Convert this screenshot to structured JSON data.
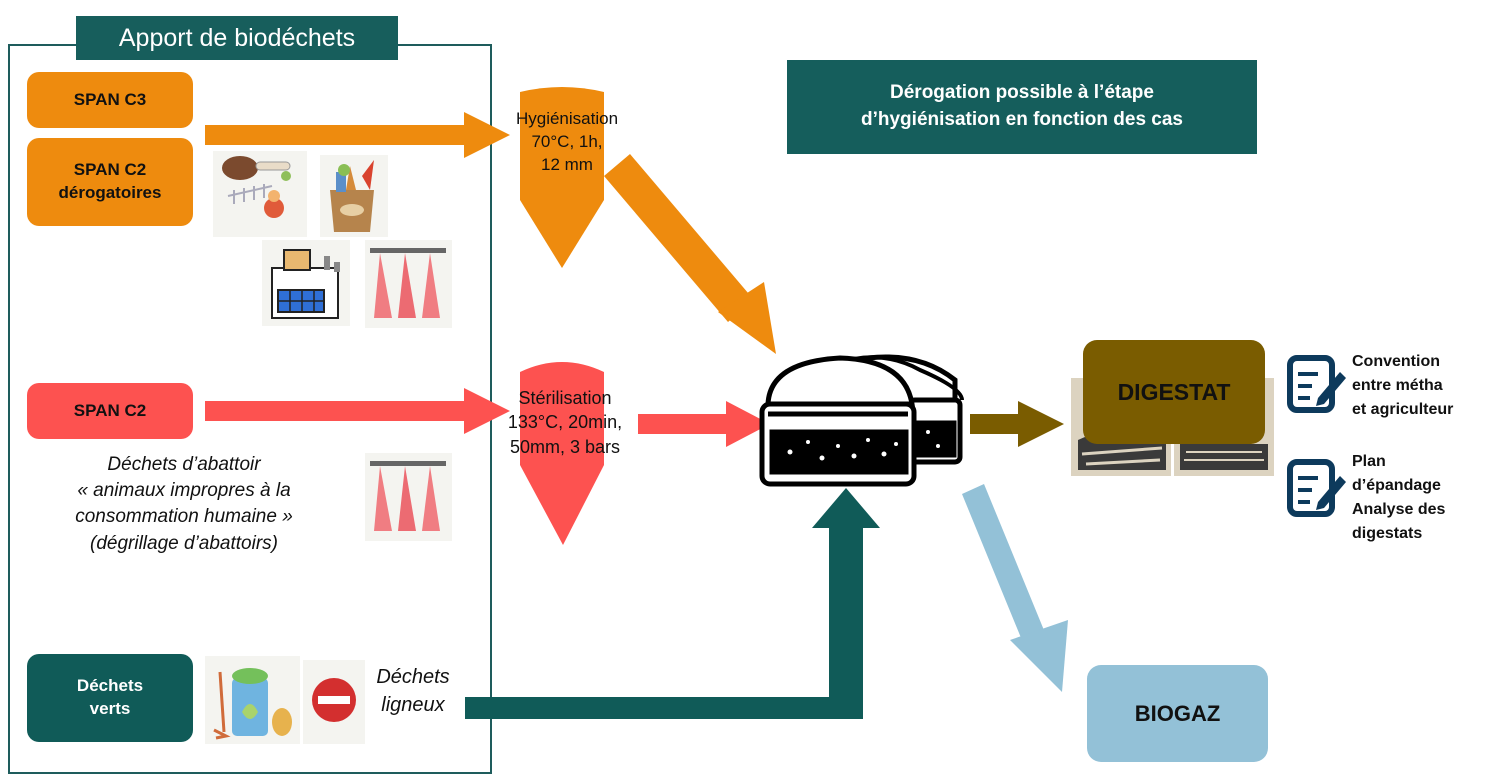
{
  "panel": {
    "title": "Apport de biodéchets"
  },
  "inputs": {
    "span_c3": "SPAN C3",
    "span_c2_derog_line1": "SPAN C2",
    "span_c2_derog_line2": "dérogatoires",
    "span_c2": "SPAN C2",
    "abattoir_line1": "Déchets d’abattoir",
    "abattoir_line2": "« animaux impropres à la",
    "abattoir_line3": "consommation humaine »",
    "abattoir_line4": "(dégrillage d’abattoirs)",
    "verts_line1": "Déchets",
    "verts_line2": "verts",
    "ligneux_line1": "Déchets",
    "ligneux_line2": "ligneux"
  },
  "steps": {
    "hyg_line1": "Hygiénisation",
    "hyg_line2": "70°C, 1h,",
    "hyg_line3": "12 mm",
    "ster_line1": "Stérilisation",
    "ster_line2": "133°C, 20min,",
    "ster_line3": "50mm, 3 bars"
  },
  "derogation": {
    "line1": "Dérogation possible à l’étape",
    "line2": "d’hygiénisation en fonction des cas"
  },
  "outputs": {
    "digestat": "DIGESTAT",
    "biogaz": "BIOGAZ",
    "convention_line1": "Convention",
    "convention_line2": "entre métha",
    "convention_line3": "et agriculteur",
    "plan_line1": "Plan",
    "plan_line2": "d’épandage",
    "plan_line3": "Analyse des",
    "plan_line4": "digestats"
  },
  "colors": {
    "orange": "#ee8b0e",
    "red": "#fd5250",
    "teal": "#105b58",
    "brown": "#7a5c00",
    "light_blue": "#93c1d7"
  },
  "icons": [
    "food-waste-icon",
    "grocery-bag-icon",
    "factory-icon",
    "meat-hooks-icon",
    "green-waste-bag-icon",
    "no-entry-icon",
    "digester-icon",
    "document-edit-icon",
    "field-tractor-icon"
  ]
}
